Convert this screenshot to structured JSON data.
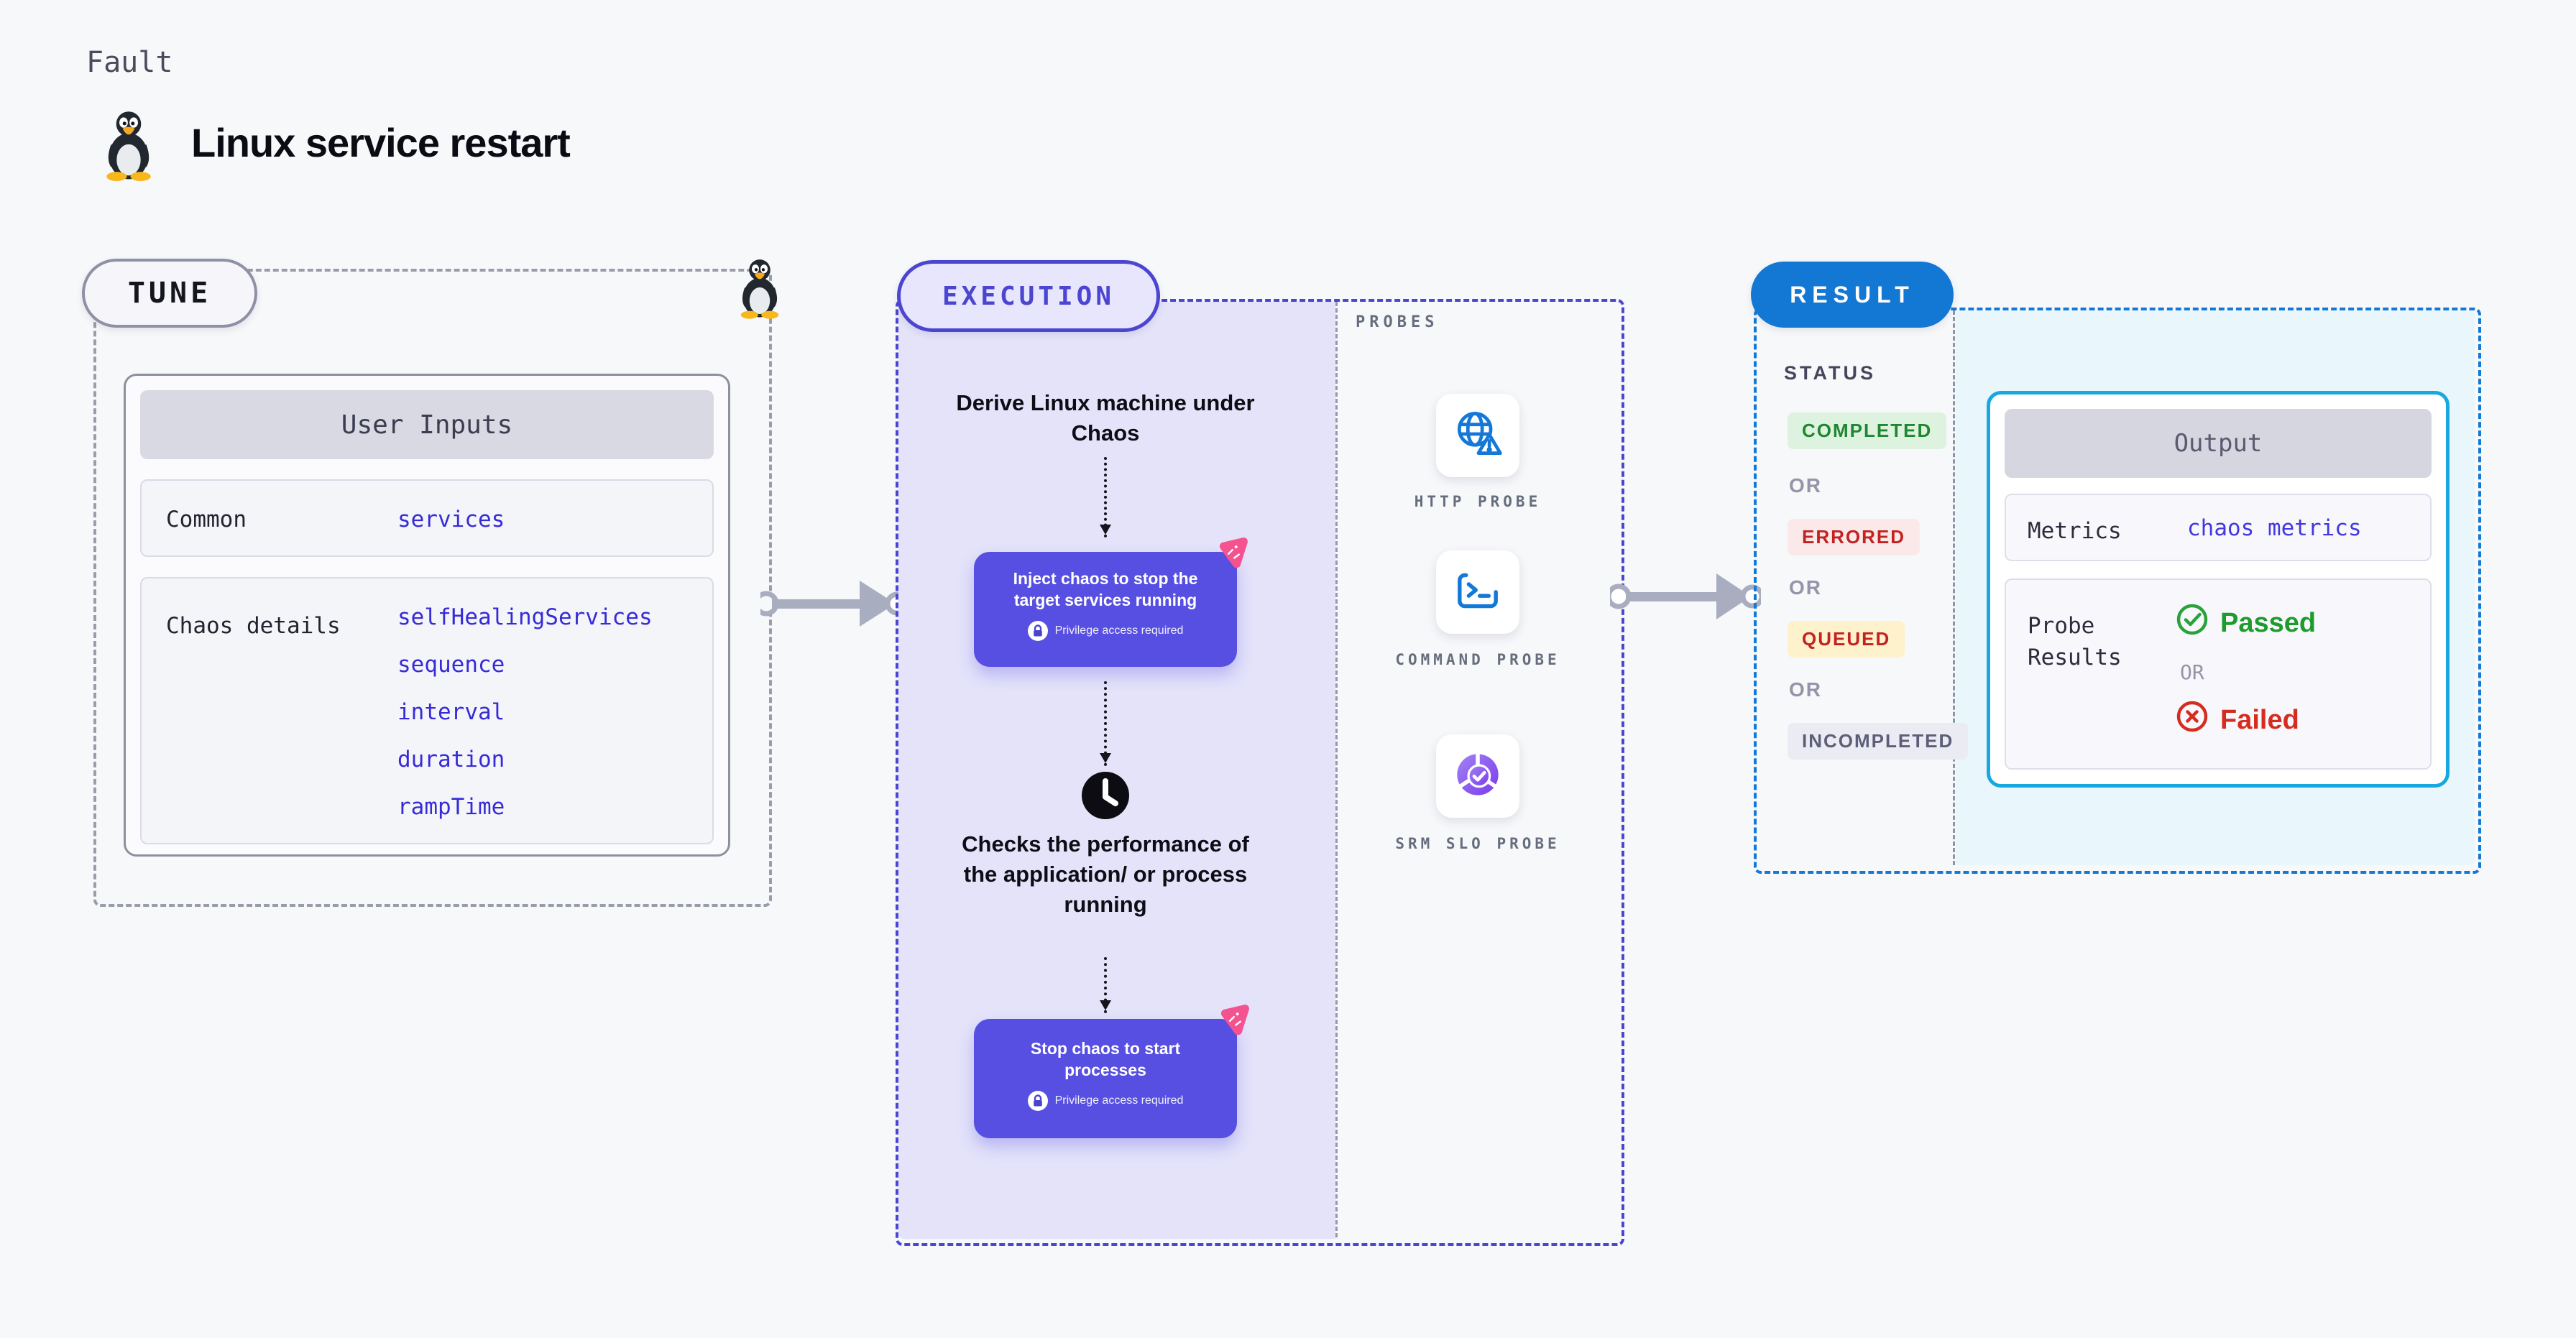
{
  "header": {
    "category": "Fault",
    "title": "Linux service restart"
  },
  "tune": {
    "label": "TUNE",
    "table": {
      "header": "User Inputs",
      "rows": [
        {
          "label": "Common",
          "values": [
            "services"
          ]
        },
        {
          "label": "Chaos details",
          "values": [
            "selfHealingServices",
            "sequence",
            "interval",
            "duration",
            "rampTime"
          ]
        }
      ]
    }
  },
  "execution": {
    "label": "EXECUTION",
    "steps": {
      "derive": "Derive Linux machine under Chaos",
      "inject": "Inject chaos to stop the target services running",
      "privilege": "Privilege access required",
      "checks": "Checks the performance of the application/ or process running",
      "stop": "Stop chaos to start processes"
    },
    "probes": {
      "label": "PROBES",
      "items": [
        {
          "name": "HTTP PROBE",
          "icon": "globe-alert-icon"
        },
        {
          "name": "COMMAND PROBE",
          "icon": "terminal-icon"
        },
        {
          "name": "SRM SLO PROBE",
          "icon": "slo-donut-icon"
        }
      ]
    }
  },
  "result": {
    "label": "RESULT",
    "status": {
      "label": "STATUS",
      "separator": "OR",
      "badges": [
        "COMPLETED",
        "ERRORED",
        "QUEUED",
        "INCOMPLETED"
      ]
    },
    "output": {
      "header": "Output",
      "metrics_label": "Metrics",
      "metrics_value": "chaos metrics",
      "probe_label": "Probe Results",
      "passed": "Passed",
      "or": "OR",
      "failed": "Failed"
    }
  },
  "icons": {
    "tux": "penguin-icon",
    "lock": "lock-icon",
    "clock": "clock-icon",
    "chaos_badge": "chaos-triangle-icon",
    "http": "globe-alert-icon",
    "command": "terminal-icon",
    "srm": "slo-donut-icon",
    "passed": "check-circle-icon",
    "failed": "x-circle-icon"
  },
  "colors": {
    "page_bg": "#f7f8fa",
    "indigo_accent": "#4b45d1",
    "chaos_card": "#574fe2",
    "lavender_fill": "#e4e3fa",
    "result_blue": "#1278d4",
    "output_cyan": "#16a8de",
    "output_bg": "#e9f6fc",
    "value_blue": "#372bd8",
    "green": "#1e8730",
    "red": "#c32222",
    "queued_bg": "#fdf2cb",
    "pink_badge": "#f4538f",
    "arrow_gray": "#a9adc0"
  }
}
